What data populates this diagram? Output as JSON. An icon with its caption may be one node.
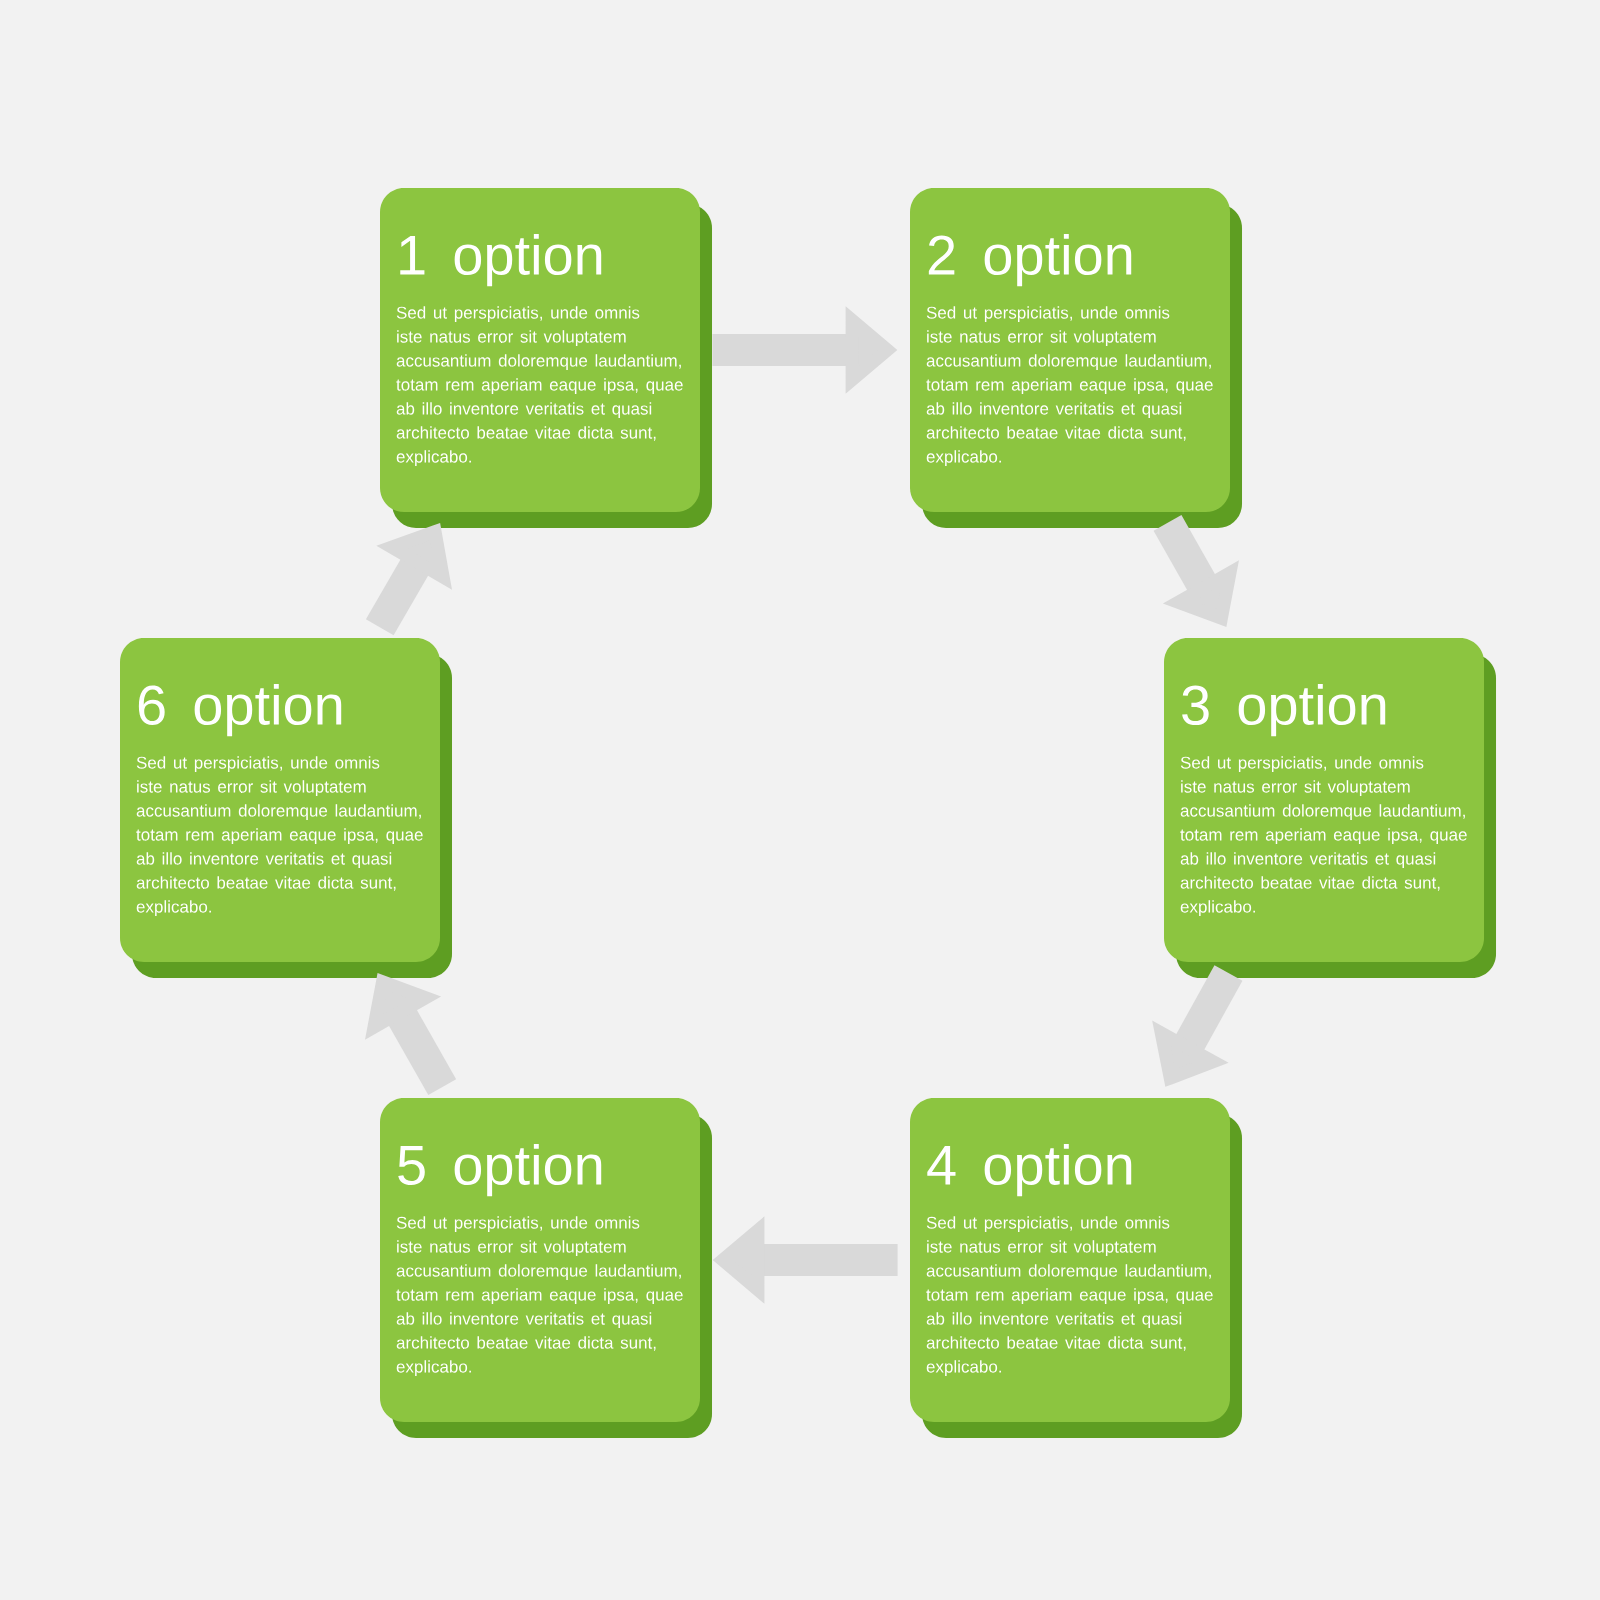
{
  "diagram": {
    "nodes": [
      {
        "text": [
          "1 option",
          "Sed ut perspiciatis, unde omnis iste natus error sit voluptatem accusantium doloremque laudantium, totam rem aperiam eaque ipsa, quae ab illo inventore veritatis et quasi architecto beatae vitae dicta sunt, explicabo."
        ]
      },
      {
        "text": [
          "2 option",
          "Sed ut perspiciatis, unde omnis iste natus error sit voluptatem accusantium doloremque laudantium, totam rem aperiam eaque ipsa, quae ab illo inventore veritatis et quasi architecto beatae vitae dicta sunt, explicabo."
        ]
      },
      {
        "text": [
          "3 option",
          "Sed ut perspiciatis, unde omnis iste natus error sit voluptatem accusantium doloremque laudantium, totam rem aperiam eaque ipsa, quae ab illo inventore veritatis et quasi architecto beatae vitae dicta sunt, explicabo."
        ]
      },
      {
        "text": [
          "4 option",
          "Sed ut perspiciatis, unde omnis iste natus error sit voluptatem accusantium doloremque laudantium, totam rem aperiam eaque ipsa, quae ab illo inventore veritatis et quasi architecto beatae vitae dicta sunt, explicabo."
        ]
      },
      {
        "text": [
          "5 option",
          "Sed ut perspiciatis, unde omnis iste natus error sit voluptatem accusantium doloremque laudantium, totam rem aperiam eaque ipsa, quae ab illo inventore veritatis et quasi architecto beatae vitae dicta sunt, explicabo."
        ]
      },
      {
        "text": [
          "6 option",
          "Sed ut perspiciatis, unde omnis iste natus error sit voluptatem accusantium doloremque laudantium, totam rem aperiam eaque ipsa, quae ab illo inventore veritatis et quasi architecto beatae vitae dicta sunt, explicabo."
        ]
      }
    ],
    "edges": [
      {
        "from": 0,
        "to": 1,
        "arrow": "to"
      },
      {
        "from": 1,
        "to": 2,
        "arrow": "to"
      },
      {
        "from": 2,
        "to": 3,
        "arrow": "to"
      },
      {
        "from": 3,
        "to": 4,
        "arrow": "to"
      },
      {
        "from": 4,
        "to": 5,
        "arrow": "to"
      },
      {
        "from": 5,
        "to": 0,
        "arrow": "to"
      }
    ]
  }
}
